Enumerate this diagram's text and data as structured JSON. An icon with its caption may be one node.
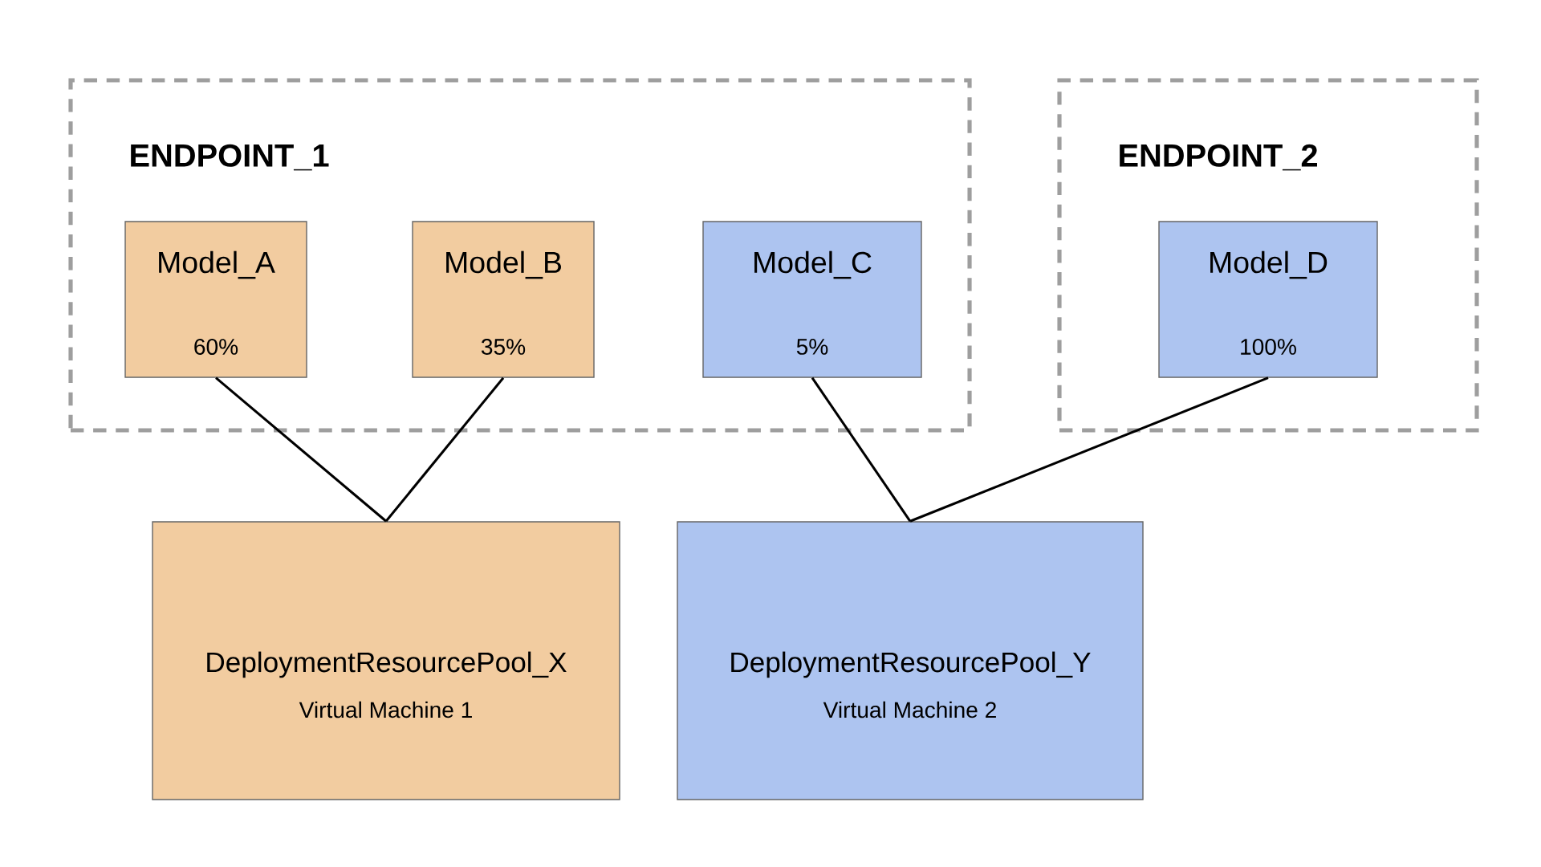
{
  "diagram": {
    "nodes": [
      {
        "text": [
          "ENDPOINT_1"
        ]
      },
      {
        "text": [
          "Model_A",
          "60%"
        ],
        "in": 0
      },
      {
        "text": [
          "Model_B",
          "35%"
        ],
        "in": 0
      },
      {
        "text": [
          "Model_C",
          "5%"
        ],
        "in": 0
      },
      {
        "text": [
          "ENDPOINT_2"
        ]
      },
      {
        "text": [
          "Model_D",
          "100%"
        ],
        "in": 4
      },
      {
        "text": [
          "DeploymentResourcePool_X",
          "Virtual Machine 1"
        ]
      },
      {
        "text": [
          "DeploymentResourcePool_Y",
          "Virtual Machine 2"
        ]
      }
    ],
    "edges": [
      {
        "from": 1,
        "to": 6,
        "arrow": "none"
      },
      {
        "from": 2,
        "to": 6,
        "arrow": "none"
      },
      {
        "from": 3,
        "to": 7,
        "arrow": "none"
      },
      {
        "from": 5,
        "to": 7,
        "arrow": "none"
      }
    ]
  }
}
